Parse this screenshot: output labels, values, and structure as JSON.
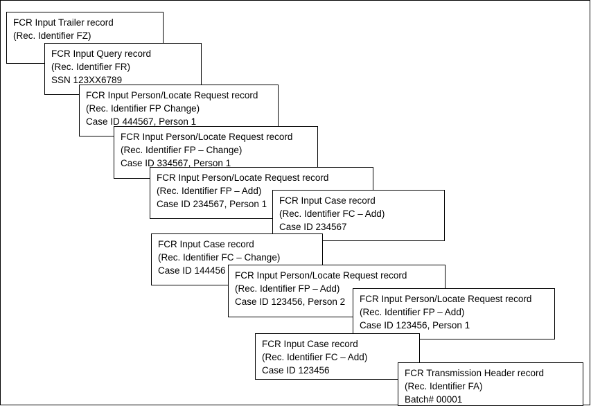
{
  "records": [
    {
      "id": "trailer",
      "lines": [
        "FCR Input Trailer record",
        "(Rec. Identifier FZ)"
      ]
    },
    {
      "id": "query",
      "lines": [
        "FCR Input Query record",
        "(Rec. Identifier FR)",
        "SSN 123XX6789"
      ]
    },
    {
      "id": "person-444567",
      "lines": [
        "FCR Input Person/Locate Request record",
        "(Rec. Identifier FP Change)",
        "Case ID 444567, Person 1"
      ]
    },
    {
      "id": "person-334567",
      "lines": [
        "FCR Input Person/Locate Request record",
        "(Rec. Identifier FP – Change)",
        "Case ID 334567, Person 1"
      ]
    },
    {
      "id": "person-234567",
      "lines": [
        "FCR Input Person/Locate Request record",
        "(Rec. Identifier FP – Add)",
        "Case ID 234567, Person 1"
      ]
    },
    {
      "id": "case-234567",
      "lines": [
        "FCR Input Case record",
        "(Rec. Identifier FC – Add)",
        "Case ID 234567"
      ]
    },
    {
      "id": "case-144456",
      "lines": [
        "FCR Input Case record",
        "(Rec. Identifier FC – Change)",
        "Case ID 144456"
      ]
    },
    {
      "id": "person-123456-p2",
      "lines": [
        "FCR Input Person/Locate Request record",
        "(Rec. Identifier FP – Add)",
        "Case ID 123456, Person 2"
      ]
    },
    {
      "id": "person-123456-p1",
      "lines": [
        "FCR Input Person/Locate Request record",
        "(Rec. Identifier FP – Add)",
        "Case ID 123456, Person 1"
      ]
    },
    {
      "id": "case-123456",
      "lines": [
        "FCR Input Case record",
        "(Rec. Identifier FC – Add)",
        "Case ID 123456"
      ]
    },
    {
      "id": "header",
      "lines": [
        "FCR Transmission Header record",
        "(Rec. Identifier FA)",
        "Batch# 00001"
      ]
    }
  ]
}
